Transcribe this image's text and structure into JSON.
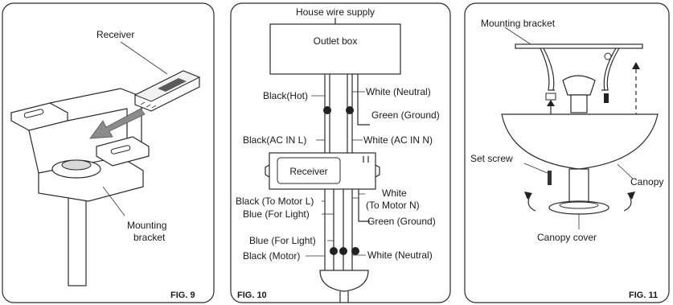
{
  "fig9": {
    "label": "FIG. 9",
    "receiver": "Receiver",
    "bracket_line1": "Mounting",
    "bracket_line2": "bracket"
  },
  "fig10": {
    "label": "FIG. 10",
    "supply": "House wire supply",
    "outlet_box": "Outlet box",
    "receiver": "Receiver",
    "black_hot": "Black(Hot)",
    "white_neutral_top": "White (Neutral)",
    "green_ground_top": "Green (Ground)",
    "black_ac_in": "Black(AC IN L)",
    "white_ac_in": "White (AC IN N)",
    "black_to_motor": "Black (To Motor L)",
    "blue_for_light_1": "Blue (For Light)",
    "white_label": "White",
    "to_motor_n": "(To Motor N)",
    "green_ground_bottom": "Green (Ground)",
    "blue_for_light_2": "Blue (For Light)",
    "black_motor": "Black (Motor)",
    "white_neutral_bottom": "White (Neutral)"
  },
  "fig11": {
    "label": "FIG. 11",
    "mounting_bracket": "Mounting bracket",
    "set_screw": "Set screw",
    "canopy": "Canopy",
    "canopy_cover": "Canopy cover"
  }
}
